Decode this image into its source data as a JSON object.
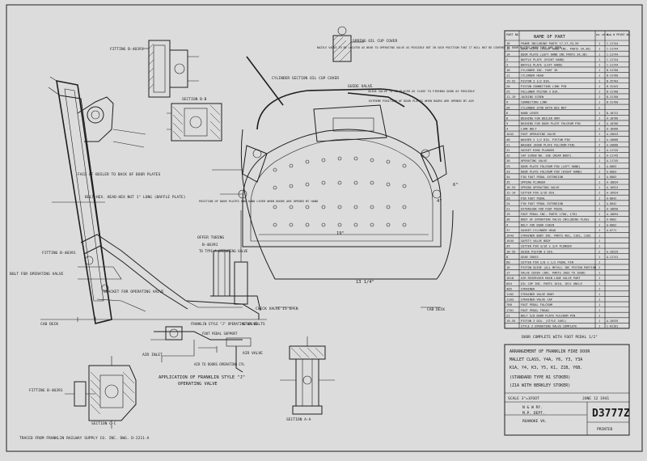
{
  "parts_table": {
    "headers": [
      "PART NO.",
      "NAME OF PART",
      "REQ. PER ENG.",
      "N & W PRINT NO."
    ],
    "rows": [
      [
        "16",
        "FRAME INCLUDING PARTS 17,27,33,59",
        "1",
        "C-21744"
      ],
      [
        "15",
        "DOOR PLATE (RIGHT HAND INC. PARTS 34,38)",
        "1",
        "C-21744"
      ],
      [
        "14",
        "DOOR PLATE (LEFT HAND INC PARTS 34,38)",
        "1",
        "C-21744"
      ],
      [
        "2",
        "BAFFLE PLATE (RIGHT HAND)",
        "1",
        "C-21744"
      ],
      [
        "3",
        "BAFFLE PLATE (LEFT HAND)",
        "1",
        "C-21744"
      ],
      [
        "10",
        "CYLINDER INC. PART 36",
        "1",
        "B-31760"
      ],
      [
        "11",
        "CYLINDER HEAD",
        "1",
        "B-31760"
      ],
      [
        "19-52",
        "PISTON 3 1/2 DIA.",
        "1",
        "B-35703"
      ],
      [
        "20",
        "PISTON CONNECTING LINK PIN",
        "1",
        "B-32443"
      ],
      [
        "25",
        "FOLLOWER PISTON 3 DIA.",
        "1",
        "B-31760"
      ],
      [
        "11-19",
        "JACKING SCREW",
        "1",
        "B-31760"
      ],
      [
        "9",
        "CONNECTING LINK",
        "1",
        "B-31760"
      ],
      [
        "26",
        "CYLINDER STUD WITH HEX NUT",
        "2",
        ""
      ],
      [
        "6",
        "HAND LEVER",
        "1",
        "B-18722"
      ],
      [
        "8",
        "BUSHING FOR BOILER ARM",
        "1",
        "A-18766"
      ],
      [
        "5",
        "BUSHING FOR DOOR PLATE FULCRUM PIN",
        "4",
        "A-18766"
      ],
      [
        "4",
        "LINK BOLT",
        "2",
        "A-18906"
      ],
      [
        "1642",
        "FOOT OPERATING VALVE",
        "1",
        "A-20643"
      ],
      [
        "40",
        "WASHER 2 1/2 DIA. PISTON PIN",
        "1",
        "A-20688"
      ],
      [
        "21",
        "WASHER (DOOR PLATE FULCRUM PIN)",
        "2",
        "A-20688"
      ],
      [
        "31",
        "SOCKET RING PLUNGER",
        "1",
        "A-21745"
      ],
      [
        "32",
        "CAP SCREW NO. 100 (REAR BODY)",
        "1",
        "A-21745"
      ],
      [
        "30",
        "OPERATING VALVE",
        "1",
        "A-21745"
      ],
      [
        "29",
        "DOOR PLATE FULCRUM PIN (LEFT HAND)",
        "1",
        "A-8803"
      ],
      [
        "33",
        "DOOR PLATE FULCRUM PIN (RIGHT HAND)",
        "1",
        "A-8803"
      ],
      [
        "34",
        "FIN FOOT PEDAL EXTENSION",
        "2",
        "A-8803"
      ],
      [
        "35",
        "SPRING PLUNGER",
        "1",
        "A-18834"
      ],
      [
        "18-53",
        "SPRING OPERATING VALVE",
        "1",
        "A-16924"
      ],
      [
        "12-14",
        "COTTER PIN 3/16 DIA.",
        "2",
        "A-16924"
      ],
      [
        "23",
        "PIN FOOT PEDAL",
        "1",
        "A-8842"
      ],
      [
        "24",
        "FIN FOOT PEDAL EXTENSION",
        "1",
        "A-8842"
      ],
      [
        "21",
        "EXTENSION FOR FOOT PEDAL",
        "1",
        "A-18690"
      ],
      [
        "19",
        "FOOT PEDAL INC. PARTS 1700, 1701",
        "1",
        "A-18694"
      ],
      [
        "36",
        "BODY OF OPERATING VALVE INCLUDING PLUGS",
        "1",
        "A-8802"
      ],
      [
        "9",
        "BOLT FOR DOOR CHAIN",
        "1",
        "A-8802"
      ],
      [
        "37",
        "GASKET-CYLINDER HEAD",
        "1",
        "A-8771"
      ],
      [
        "1643",
        "STRAINER BODY INC. PARTS 401, 1101, 1102",
        "1",
        ""
      ],
      [
        "1644",
        "SAFETY VALVE BODY",
        "1",
        ""
      ],
      [
        "39",
        "COTTER PIN 3/16 x 3/4 PLUNGER",
        "1",
        ""
      ],
      [
        "18-59",
        "GUIDE PISTON 3 DIA.",
        "2",
        "A-20529"
      ],
      [
        "8",
        "GEAR CROSS",
        "1",
        "A-21741"
      ],
      [
        "60",
        "COTTER PIN 1/8 x 1/2 PEDAL PIN",
        "1",
        ""
      ],
      [
        "16",
        "PISTON GUIDE (ALL METAL) INC PISTON PORTION",
        "2",
        ""
      ],
      [
        "17",
        "VALVE COVER (INC. PARTS 1602 TO 1608)",
        "1",
        ""
      ],
      [
        "1618",
        "AIR RESERVOIR MAIN LINE VALVE PART",
        "1",
        ""
      ],
      [
        "604",
        "OIL CUP INC. PARTS 1610, 1611 UNCLE",
        "1",
        ""
      ],
      [
        "405",
        "STRAINER",
        "1",
        ""
      ],
      [
        "1102",
        "STRAINER VALVE BODY",
        "1",
        ""
      ],
      [
        "1103",
        "STRAINER-VALVE CAP",
        "1",
        ""
      ],
      [
        "700",
        "FOOT PEDAL FULCRUM",
        "1",
        ""
      ],
      [
        "1701",
        "FOOT PEDAL TREAD",
        "1",
        ""
      ],
      [
        "21",
        "BOLT 5/8 DOOR PLATE FULCRUM PIN",
        "1",
        ""
      ],
      [
        "19-55",
        "PISTON 3 DIA. (STYLE 1601)",
        "1",
        "A-20535"
      ],
      [
        "",
        "STYLE 2 OPERATING VALVE COMPLETE",
        "1",
        "C-62181"
      ]
    ]
  },
  "title_block": {
    "title_lines": [
      "ARRANGEMENT OF FRANKLIN FIRE DOOR",
      "MALLET CLASS, Y4A, Y6, Y3, Y3A",
      "K1A, Y4, K3, Y5, K1, Z1B, Y6B.",
      "(STANDARD TYPE N1 STOKER)",
      "(Z1A WITH BERKLEY STOKER)"
    ],
    "date": "JUNE 12 1941",
    "scale": "SCALE 3\"=1FOOT",
    "drawing_number": "D3777Z",
    "stamp": "PRINTED",
    "office_lines": [
      "N & W RY.",
      "M.P. DEPT.",
      "ROANOKE VA."
    ],
    "door_note": "DOOR COMPLETE WITH FOOT PEDAL 1/2\""
  },
  "labels": {
    "fitting_top": "FITTING B-40391",
    "fitting_mid": "FITTING B-40391",
    "fitting_bottom": "FITTING B-40391",
    "section_bb": "SECTION B-B",
    "section_cc": "SECTION C-C",
    "section_aa": "SECTION A-A",
    "spring_oil_cup": "SPRING OIL CUP COVER",
    "cylinder_oil_cup": "CYLINDER SECTION OIL CUP COVER",
    "nozzle_note": "NOZZLE VALVE TO BE LOCATED AS NEAR TO OPERATING VALVE AS POSSIBLE BUT IN SUCH POSITION THAT IT WILL NOT BE COVERED BY DOOR PLATES WHEN THEY ARE OPEN",
    "extreme_position": "EXTREME POSITION OF DOOR PLATES WHEN DOORS ARE OPENED BY AIR",
    "guide_valve": "GUIDE VALVE",
    "guide_note": "GUIDE VALVE TO BE PLACED AS CLOSE TO FIREBOX DOOR AS POSSIBLE",
    "face_boiler": "FACE OF BOILER TO BACK OF DOOR PLATES",
    "bolt_hex": "BOLT-HEX. HEAD-HEX NUT 1\" LONG (BAFFLE PLATE)",
    "position_door": "POSITION OF DOOR PLATES AND HAND LEVER WHEN DOORS ARE OPENED BY HAND",
    "offer_tubing": "OFFER TUBING",
    "fitting_b": "B-40391",
    "operating_valve_to": "TO TYPE A OPERATING VALVE",
    "bolt_for_operating": "BOLT FOR OPERATING VALVE",
    "bracket_operating": "BRACKET FOR OPERATING VALVE",
    "cab_deck_left": "CAB DECK",
    "cab_deck_right": "CAB DECK",
    "check_valve": "CHECK VALVE IS OPEN",
    "franklin_style": "FRANKLIN STYLE \"J\" OPERATING VALVE",
    "foot_pedal": "FOOT PEDAL SUPPORT",
    "air_inlet": "AIR INLET",
    "air_to_doors": "AIR TO DOORS OPERATING CYL",
    "air_valve": "AIR VALVE",
    "application_line1": "APPLICATION OF FRANKLIN STYLE \"J\"",
    "application_line2": "OPERATING VALVE",
    "stud_bolts": "STUD BOLTS",
    "traced_from": "TRACED FROM FRANKLIN RAILWAY SUPPLY CO. INC. DWG. D-2211-A",
    "dim_19": "19\"",
    "dim_6": "6\"",
    "dim_4": "4\"",
    "dim_13": "13 1/4\""
  },
  "colors": {
    "paper": "#dcdcdc",
    "ink": "#1e1e1e"
  }
}
